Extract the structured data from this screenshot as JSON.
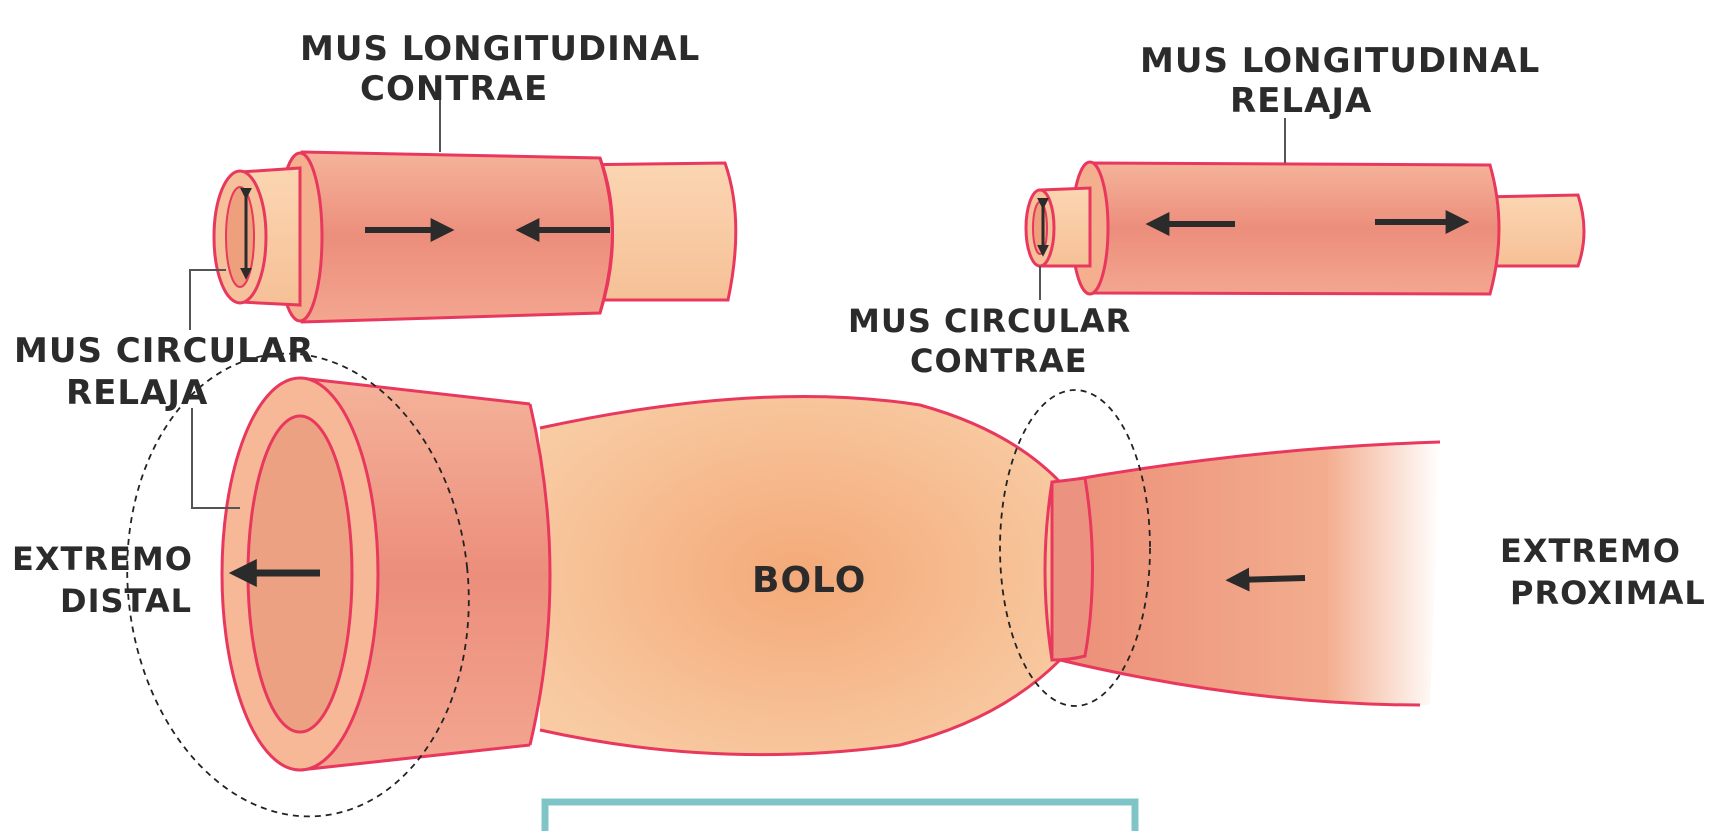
{
  "labels": {
    "top_left": [
      "MUS LONGITUDINAL",
      "CONTRAE"
    ],
    "top_right": [
      "MUS LONGITUDINAL",
      "RELAJA"
    ],
    "circ_left": [
      "MUS CIRCULAR",
      "RELAJA"
    ],
    "circ_right": [
      "MUS CIRCULAR",
      "CONTRAE"
    ],
    "distal": [
      "EXTREMO",
      "DISTAL"
    ],
    "proximal": [
      "EXTREMO",
      "PROXIMAL"
    ],
    "bolus": "BOLO"
  },
  "colors": {
    "outline": "#e8385e",
    "muscle_fill": "#f3a98c",
    "muscle_dark": "#e98a78",
    "lumen_fill": "#f8c99f",
    "bolus_fill": "#f6b58c",
    "ink": "#2b2b2b",
    "frame": "#7fc4c6"
  }
}
